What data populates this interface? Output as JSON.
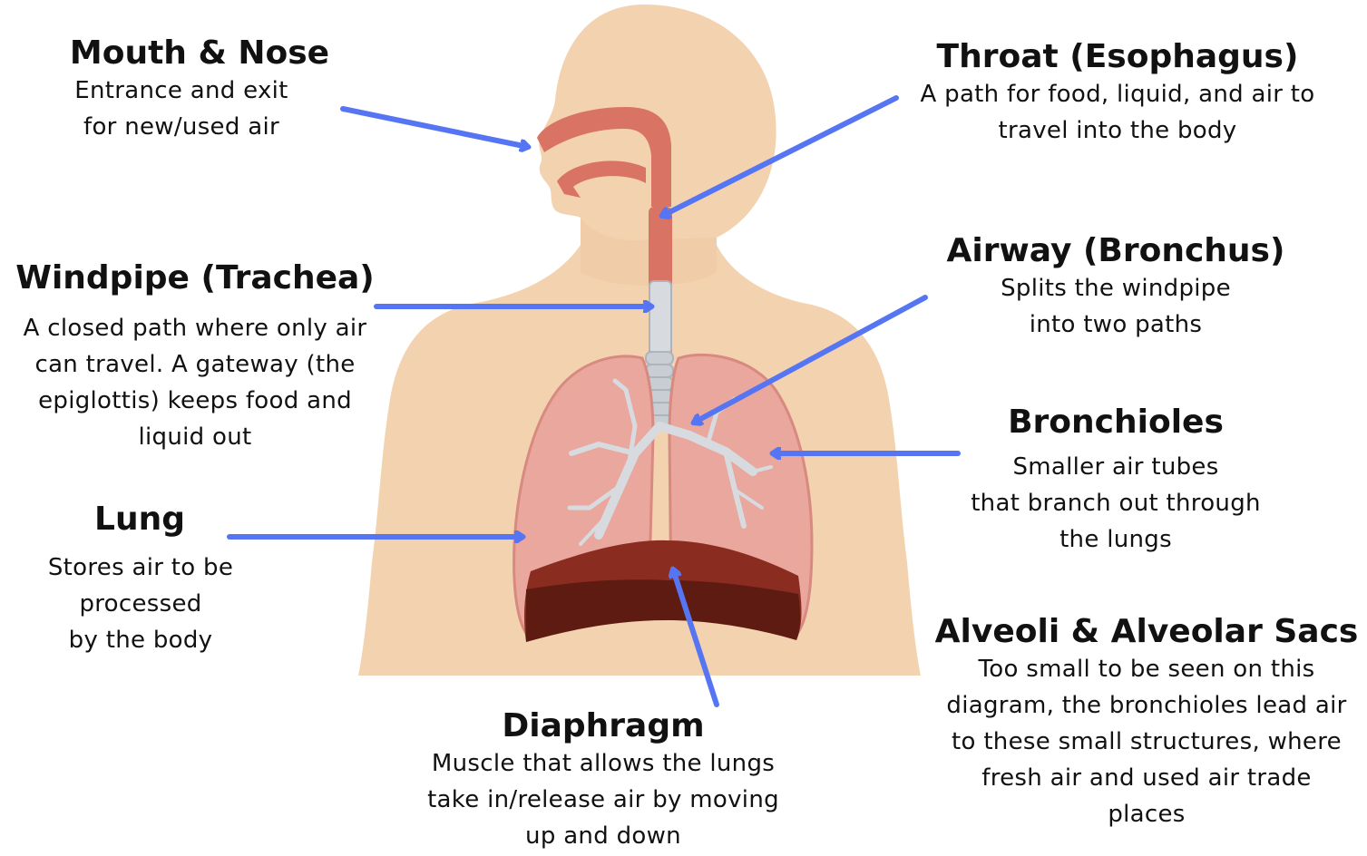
{
  "colors": {
    "skin": "#f3d2b0",
    "skin_shadow": "#efc6a1",
    "airway": "#d97464",
    "lung": "#e9a79d",
    "lung_edge": "#d88a80",
    "bronchi": "#d7dbe0",
    "diaphragm_top": "#8a2c1f",
    "diaphragm_bottom": "#5e1b12",
    "arrow": "#5675f2"
  },
  "labels": {
    "mouth": {
      "title": "Mouth & Nose",
      "lines": [
        "Entrance and exit",
        "for new/used air"
      ]
    },
    "throat": {
      "title": "Throat (Esophagus)",
      "lines": [
        "A path for food, liquid, and air to",
        "travel into the body"
      ]
    },
    "windpipe": {
      "title": "Windpipe (Trachea)",
      "lines": [
        "A closed path where only air",
        "can travel. A gateway (the",
        "epiglottis) keeps food and",
        "liquid out"
      ]
    },
    "airway": {
      "title": "Airway (Bronchus)",
      "lines": [
        "Splits the windpipe",
        "into two paths"
      ]
    },
    "bronchioles": {
      "title": "Bronchioles",
      "lines": [
        "Smaller air tubes",
        "that branch out through",
        "the lungs"
      ]
    },
    "lung": {
      "title": "Lung",
      "lines": [
        "Stores air to be",
        "processed",
        "by the body"
      ]
    },
    "alveoli": {
      "title": "Alveoli & Alveolar Sacs",
      "lines": [
        "Too small to be seen on this",
        "diagram, the bronchioles lead air",
        "to these small structures, where",
        "fresh air and used air trade",
        "places"
      ]
    },
    "diaphragm": {
      "title": "Diaphragm",
      "lines": [
        "Muscle that allows the lungs",
        "take in/release air by moving",
        "up and down"
      ]
    }
  }
}
